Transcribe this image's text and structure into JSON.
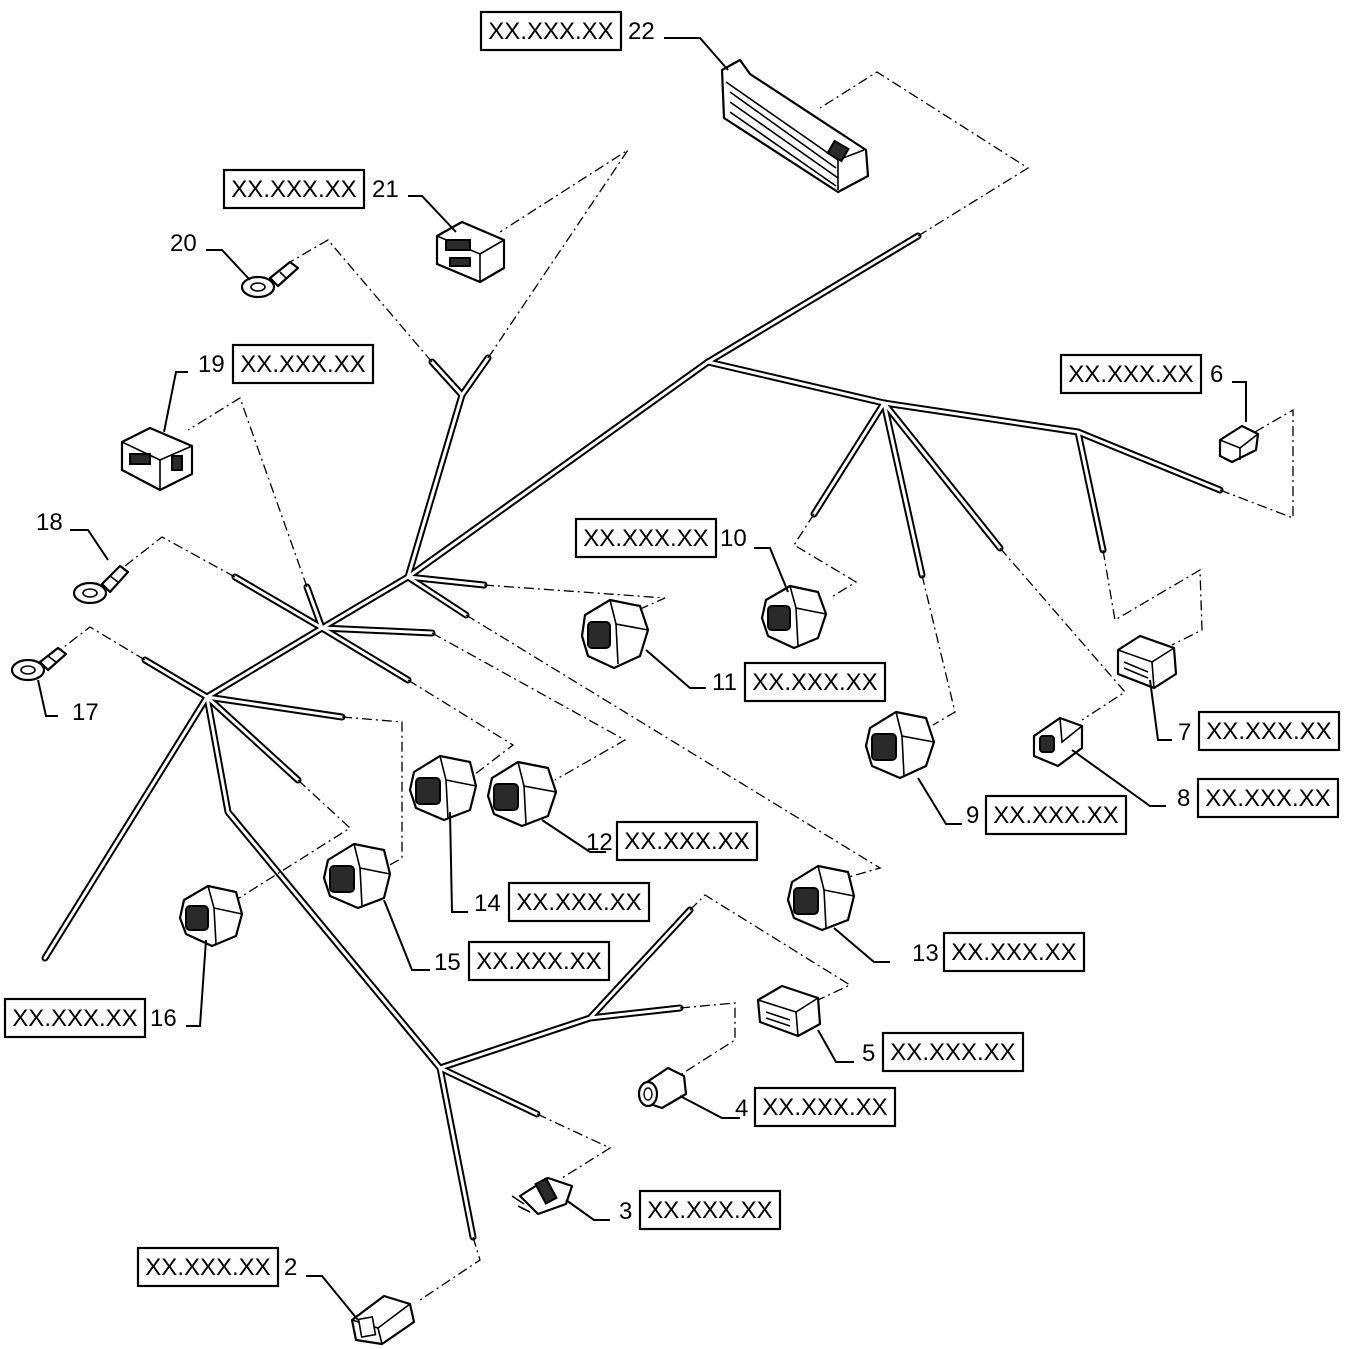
{
  "diagram": {
    "callouts": [
      {
        "number": "2",
        "part_code": "XX.XXX.XX"
      },
      {
        "number": "3",
        "part_code": "XX.XXX.XX"
      },
      {
        "number": "4",
        "part_code": "XX.XXX.XX"
      },
      {
        "number": "5",
        "part_code": "XX.XXX.XX"
      },
      {
        "number": "6",
        "part_code": "XX.XXX.XX"
      },
      {
        "number": "7",
        "part_code": "XX.XXX.XX"
      },
      {
        "number": "8",
        "part_code": "XX.XXX.XX"
      },
      {
        "number": "9",
        "part_code": "XX.XXX.XX"
      },
      {
        "number": "10",
        "part_code": "XX.XXX.XX"
      },
      {
        "number": "11",
        "part_code": "XX.XXX.XX"
      },
      {
        "number": "12",
        "part_code": "XX.XXX.XX"
      },
      {
        "number": "13",
        "part_code": "XX.XXX.XX"
      },
      {
        "number": "14",
        "part_code": "XX.XXX.XX"
      },
      {
        "number": "15",
        "part_code": "XX.XXX.XX"
      },
      {
        "number": "16",
        "part_code": "XX.XXX.XX"
      },
      {
        "number": "17",
        "part_code": ""
      },
      {
        "number": "18",
        "part_code": ""
      },
      {
        "number": "19",
        "part_code": "XX.XXX.XX"
      },
      {
        "number": "20",
        "part_code": ""
      },
      {
        "number": "21",
        "part_code": "XX.XXX.XX"
      },
      {
        "number": "22",
        "part_code": "XX.XXX.XX"
      }
    ]
  }
}
